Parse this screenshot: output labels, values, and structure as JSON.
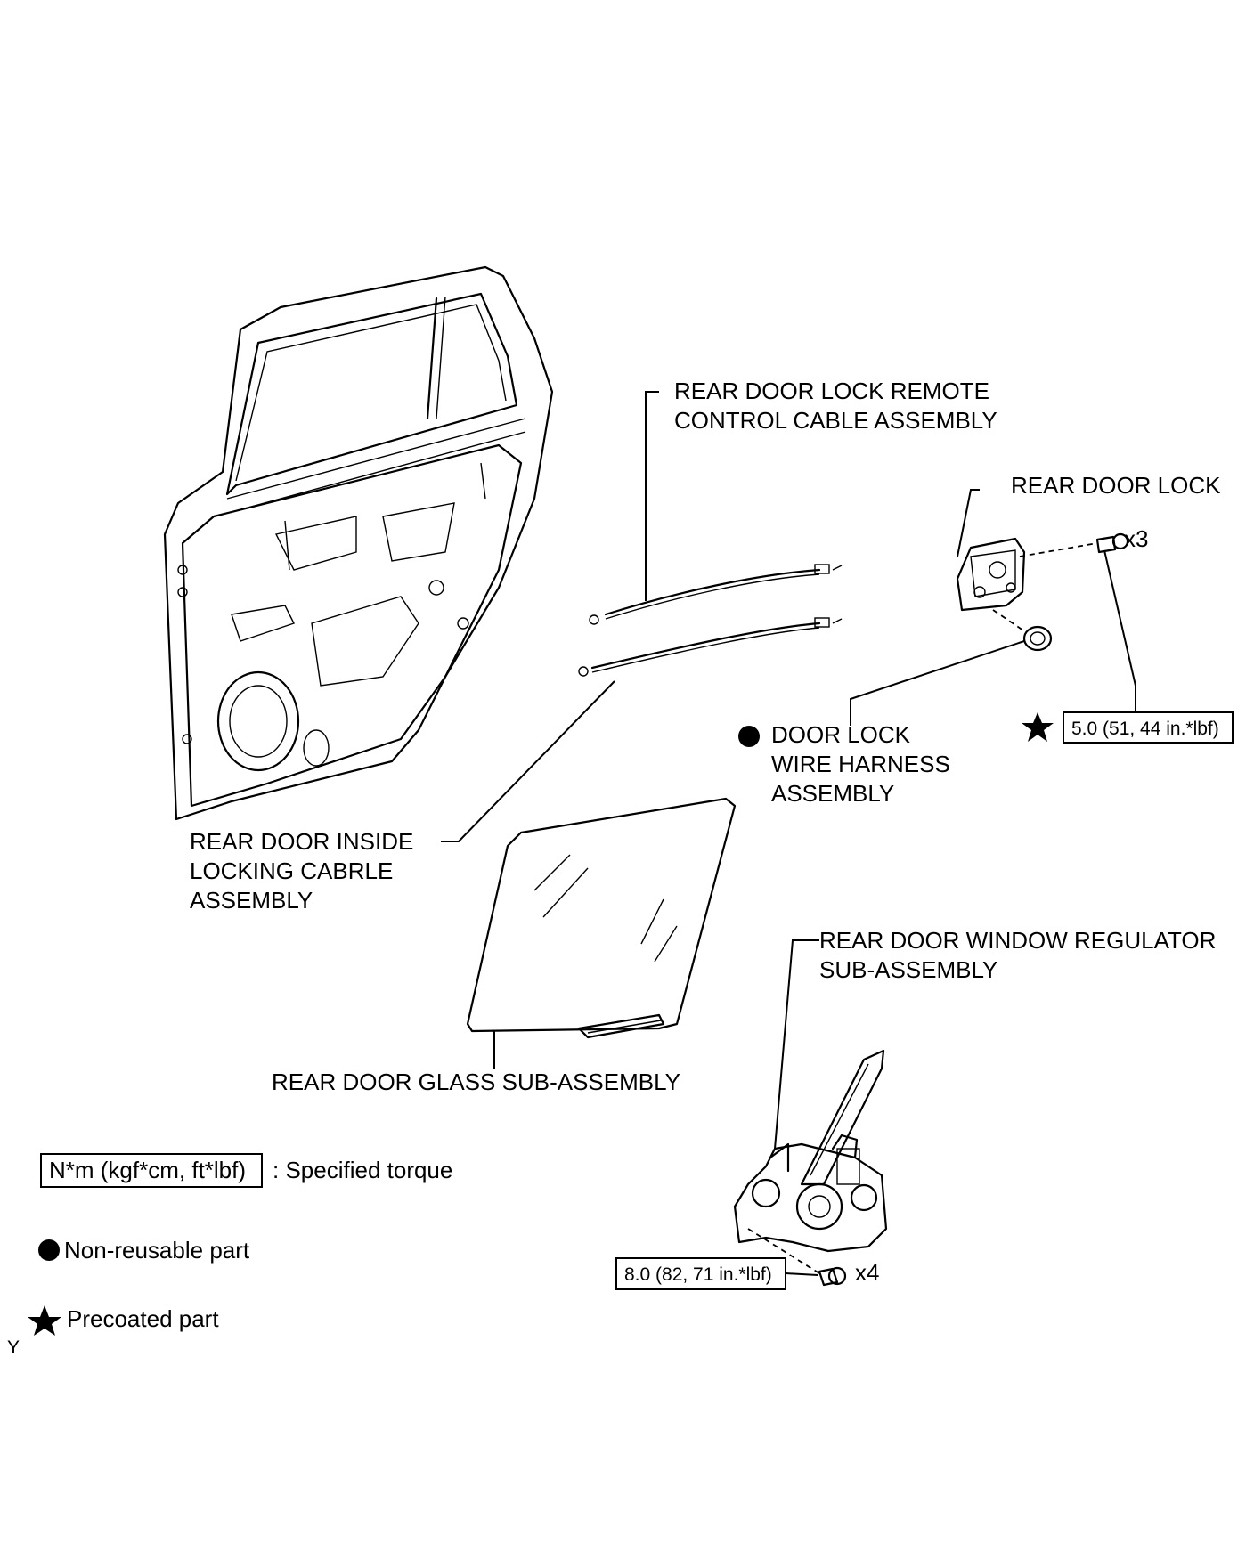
{
  "labels": {
    "remote_cable": [
      "REAR DOOR LOCK REMOTE",
      "CONTROL CABLE ASSEMBLY"
    ],
    "door_lock": "REAR DOOR LOCK",
    "door_lock_qty": "x3",
    "door_lock_torque": "5.0 (51, 44 in.*lbf)",
    "wire_harness": [
      "DOOR LOCK",
      "WIRE HARNESS",
      "ASSEMBLY"
    ],
    "inside_cable": [
      "REAR DOOR INSIDE",
      "LOCKING CABRLE",
      "ASSEMBLY"
    ],
    "regulator": [
      "REAR DOOR WINDOW REGULATOR",
      "SUB-ASSEMBLY"
    ],
    "glass": "REAR DOOR GLASS SUB-ASSEMBLY",
    "regulator_torque": "8.0 (82, 71 in.*lbf)",
    "regulator_qty": "x4"
  },
  "legend": {
    "torque_box": "N*m (kgf*cm, ft*lbf)",
    "torque_desc": ": Specified torque",
    "non_reusable": "Non-reusable part",
    "precoated": "Precoated part"
  },
  "corner_mark": "Y"
}
